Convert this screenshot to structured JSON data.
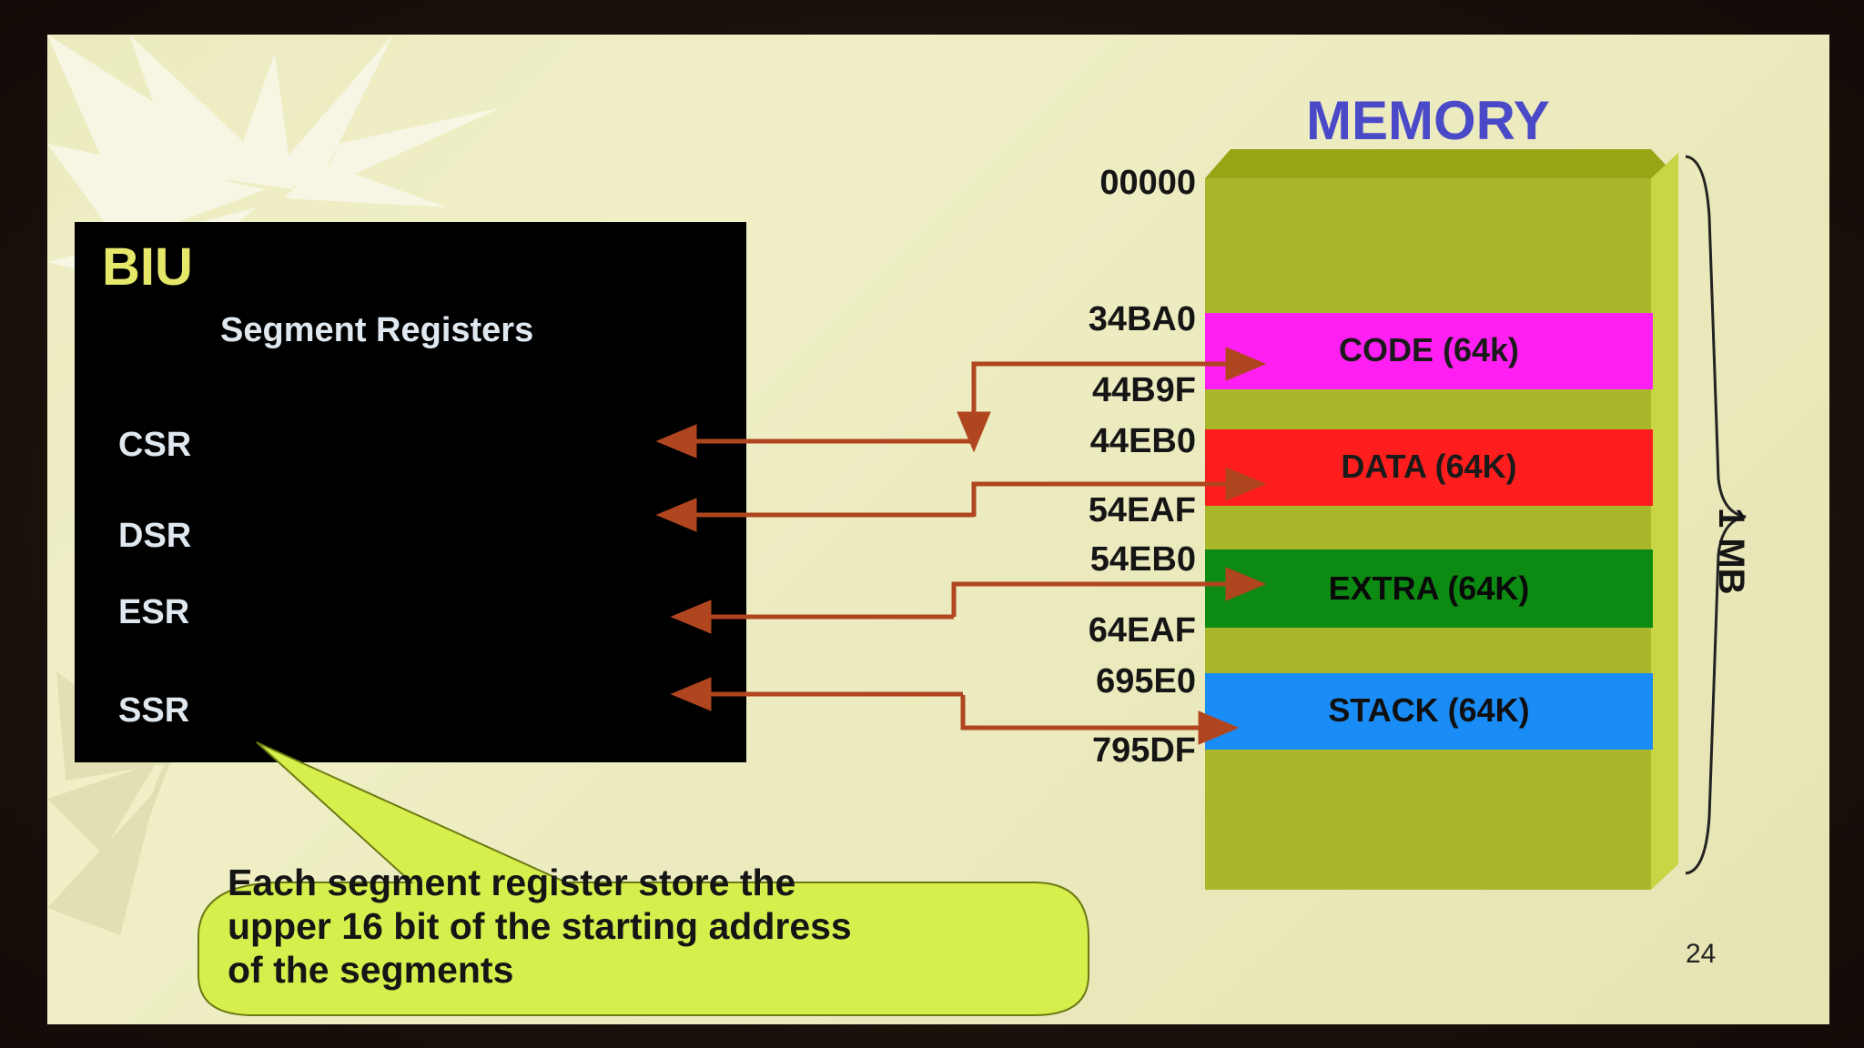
{
  "biu": {
    "title": "BIU",
    "subtitle": "Segment Registers",
    "registers": [
      "CSR",
      "DSR",
      "ESR",
      "SSR"
    ]
  },
  "memory": {
    "title": "MEMORY",
    "size_label": "1 MB",
    "start_address": "00000",
    "segments": [
      {
        "label": "CODE (64k)",
        "start": "34BA0",
        "end": "44B9F",
        "color": "#ff1ff3"
      },
      {
        "label": "DATA (64K)",
        "start": "44EB0",
        "end": "54EAF",
        "color": "#ff1d1d"
      },
      {
        "label": "EXTRA (64K)",
        "start": "54EB0",
        "end": "64EAF",
        "color": "#0c8a12"
      },
      {
        "label": "STACK (64K)",
        "start": "695E0",
        "end": "795DF",
        "color": "#1a8cf5"
      }
    ]
  },
  "callout": {
    "lines": [
      "Each segment register store the",
      "upper 16 bit of the starting address",
      "of the segments"
    ]
  },
  "page_number": "24",
  "colors": {
    "arrow": "#b0461f",
    "memory_column": "#a8b82a",
    "callout_fill": "#d7ef4d",
    "biu_title": "#e6e86a",
    "memory_title": "#4a4ac8"
  }
}
